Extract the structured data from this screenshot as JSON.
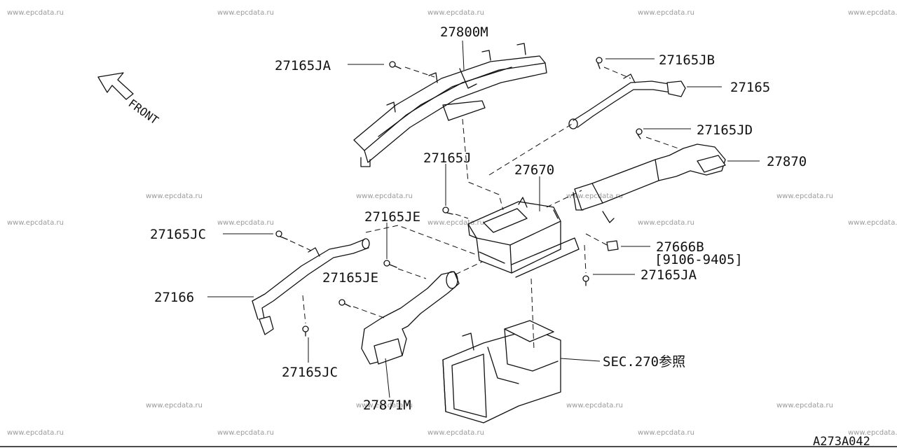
{
  "watermark": "www.epcdata.ru",
  "diagram_code": "A273A042",
  "front_label": "FRONT",
  "labels": {
    "p27800M": "27800M",
    "p27165JA_top": "27165JA",
    "p27165JB": "27165JB",
    "p27165": "27165",
    "p27165JD": "27165JD",
    "p27870": "27870",
    "p27165J": "27165J",
    "p27670": "27670",
    "p27165JE_upper": "27165JE",
    "p27165JC_left": "27165JC",
    "p27666B": "27666B",
    "p27666B_range": "[9106-9405]",
    "p27165JA_right": "27165JA",
    "p27165JE_lower": "27165JE",
    "p27166": "27166",
    "p27165JC_bottom": "27165JC",
    "p27871M": "27871M",
    "sec270": "SEC.270参照"
  },
  "icons": {
    "front_arrow": "front-arrow-icon",
    "bolt": "bolt-icon",
    "clip": "clip-icon"
  }
}
